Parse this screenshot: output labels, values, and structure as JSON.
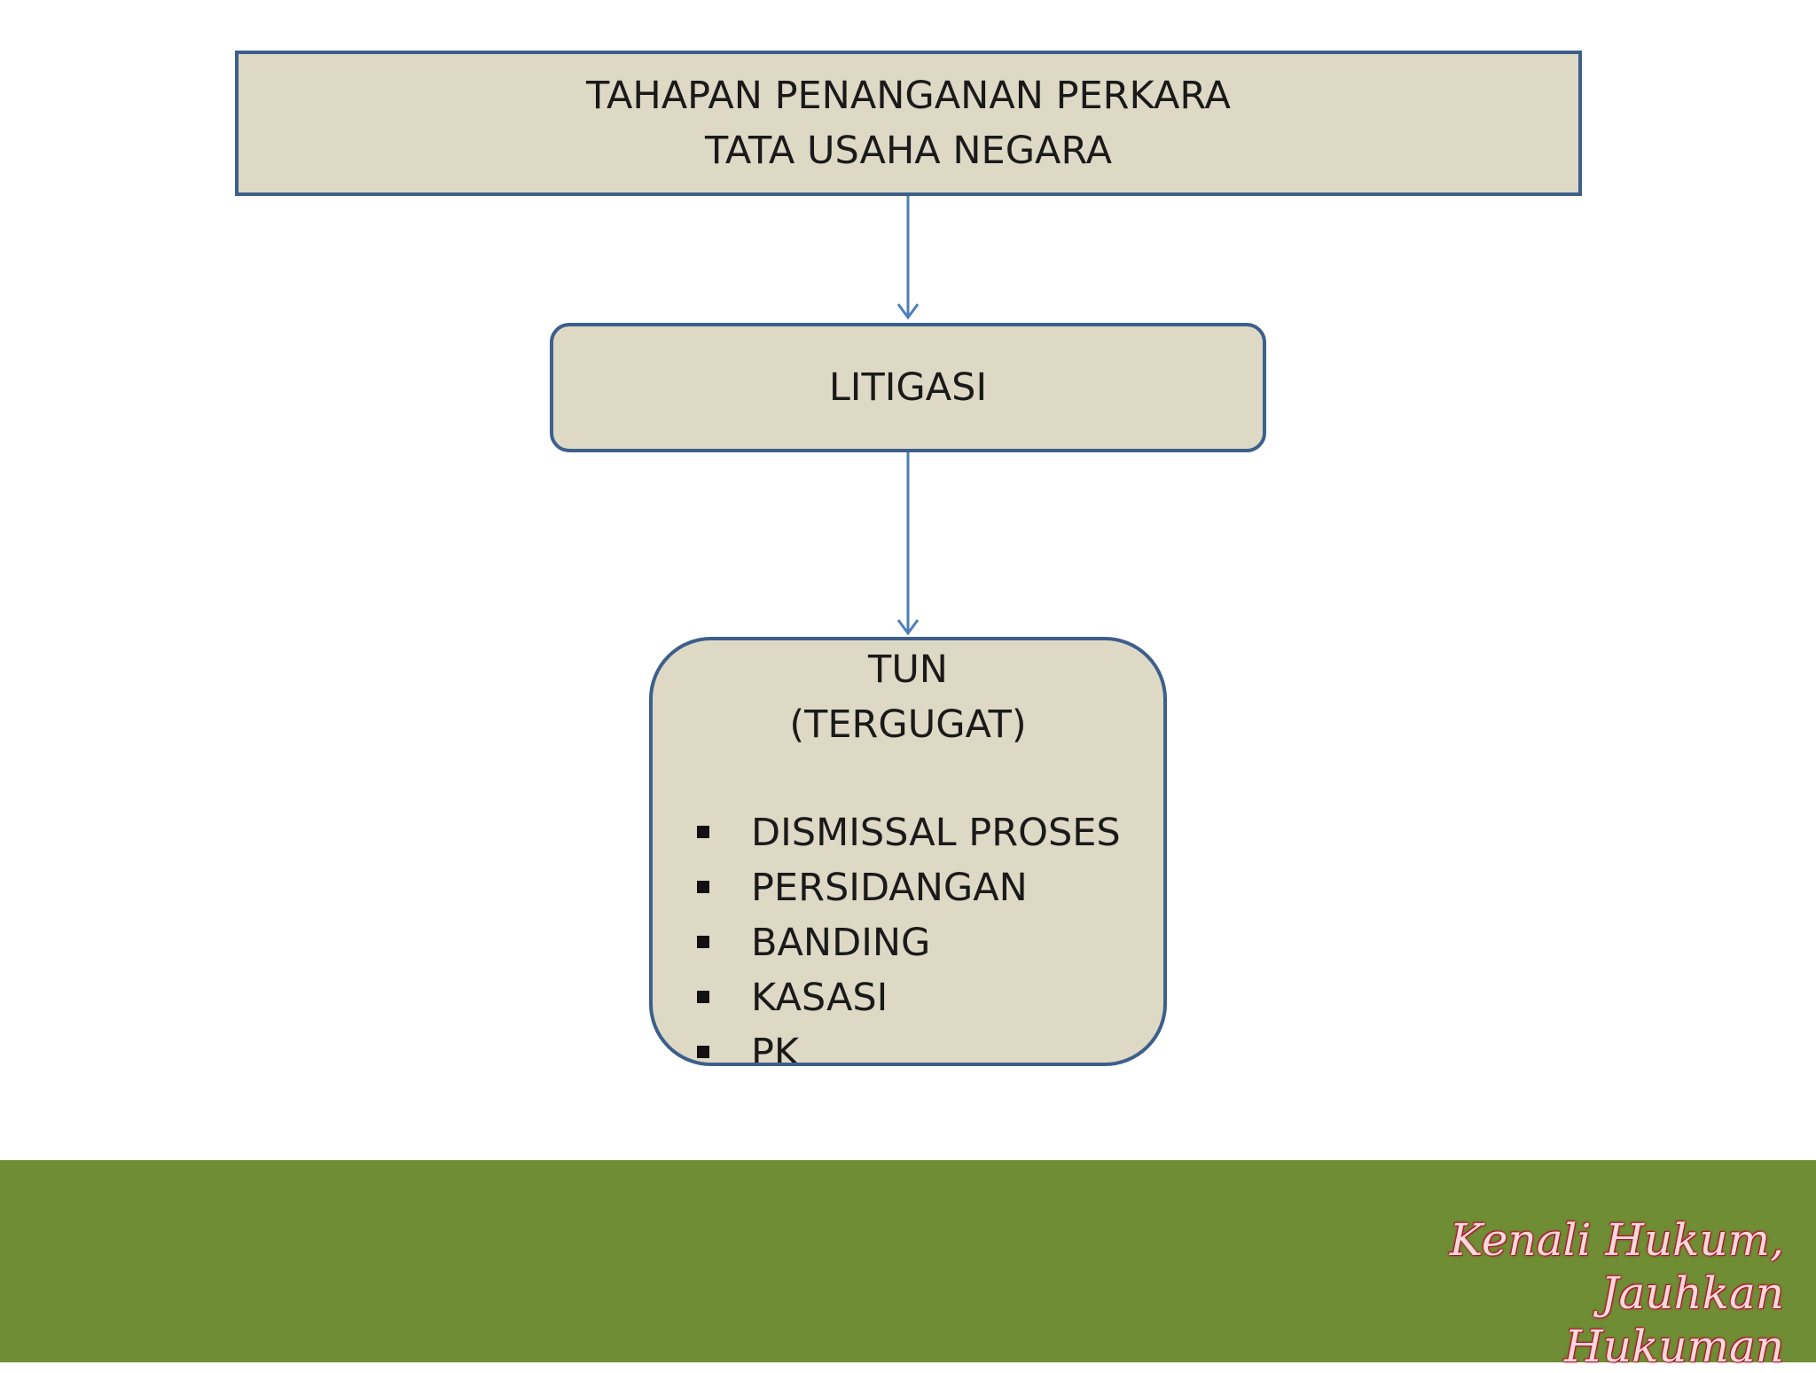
{
  "diagram": {
    "title_lines": [
      "TAHAPAN PENANGANAN PERKARA",
      "TATA USAHA NEGARA"
    ],
    "litigasi_label": "LITIGASI",
    "tun_heading": [
      "TUN",
      "(TERGUGAT)"
    ],
    "tun_items": [
      "DISMISSAL PROSES",
      "PERSIDANGAN",
      "BANDING",
      "KASASI",
      "PK"
    ]
  },
  "footer": {
    "slogan_lines": [
      "Kenali Hukum,",
      "Jauhkan Hukuman"
    ]
  },
  "colors": {
    "box_fill": "#ddd9c4",
    "box_border": "#3d5f8c",
    "arrow": "#4f7fb8",
    "footer_band": "#6e8d34",
    "slogan_text": "#f7d9dc",
    "slogan_outline": "#b3122e"
  }
}
